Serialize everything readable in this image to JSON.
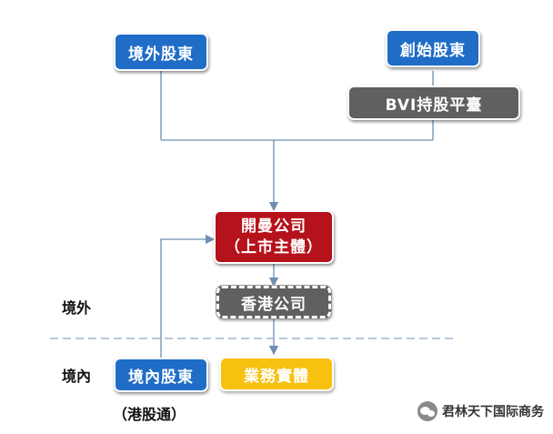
{
  "nodes": {
    "overseas_shareholder": "境外股東",
    "founder_shareholder": "創始股東",
    "bvi_platform": "BVI持股平臺",
    "listed_entity_name": "開曼公司",
    "listed_entity_note": "（上市主體）",
    "hk_company": "香港公司",
    "operating_entity": "業務實體",
    "domestic_shareholder": "境內股東",
    "domestic_shareholder_note": "（港股通）"
  },
  "zones": {
    "offshore": "境外",
    "onshore": "境內"
  },
  "watermark": {
    "text": "君林天下国际商务",
    "icon": "wechat-icon"
  },
  "colors": {
    "blue": "#1f6dc7",
    "gray": "#606060",
    "red": "#b5121b",
    "yellow": "#f7c110",
    "connector": "#6e8fb0",
    "divider": "#8aa8c8"
  }
}
